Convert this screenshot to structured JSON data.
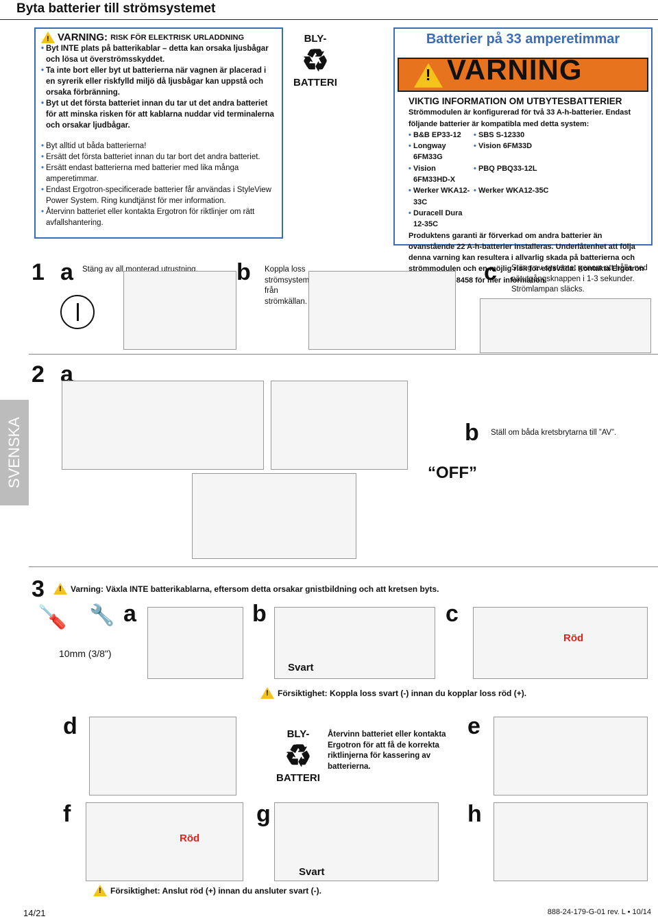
{
  "page": {
    "title": "Byta batterier till strömsystemet"
  },
  "warning_box": {
    "heading": "VARNING:",
    "heading_sub": "RISK FÖR ELEKTRISK URLADDNING",
    "bullets_bold": [
      "Byt INTE plats på batterikablar – detta kan orsaka ljusbågar och lösa ut överströmsskyddet.",
      "Ta inte bort eller byt ut batterierna när vagnen är placerad i en syrerik eller riskfylld miljö då ljusbågar kan uppstå och orsaka förbränning.",
      "Byt ut det första batteriet innan du tar ut det andra batteriet för att minska risken för att kablarna nuddar vid terminalerna och orsakar ljudbågar."
    ],
    "bullets": [
      "Byt alltid ut båda batterierna!",
      "Ersätt det första batteriet innan du tar bort det andra batteriet.",
      "Ersätt endast batterierna med batterier med lika många amperetimmar.",
      "Endast Ergotron-specificerade batterier får användas i StyleView Power System. Ring kundtjänst för mer information.",
      "Återvinn batteriet eller kontakta Ergotron för riktlinjer om rätt avfallshantering."
    ]
  },
  "recycle_top": {
    "line1": "BLY-",
    "line2": "BATTERI"
  },
  "battery_box": {
    "title": "Batterier på 33 amperetimmar",
    "banner": "VARNING",
    "subheading": "VIKTIG INFORMATION OM UTBYTESBATTERIER",
    "intro": "Strömmodulen är konfigurerad för två 33 A-h-batterier. Endast följande batterier är kompatibla med detta system:",
    "models": [
      "B&B EP33-12",
      "SBS S-12330",
      "Longway 6FM33G",
      "Vision 6FM33D",
      "Vision 6FM33HD-X",
      "PBQ PBQ33-12L",
      "Werker WKA12-33C",
      "Werker WKA12-35C",
      "Duracell Dura 12-35C",
      ""
    ],
    "footer": "Produktens garanti är förverkad om andra batterier än ovanstående 22 A-h-batterier installeras. Underlåtenhet att följa denna varning kan resultera i allvarlig skada på batterierna och strömmodulen och en möjlig risk för eldsvåda. Kontakta Ergotron på 1-800-888-8458 för mer information."
  },
  "step1": {
    "num": "1",
    "a": {
      "letter": "a",
      "text": "Stäng av all monterad utrustning."
    },
    "b": {
      "letter": "b",
      "text": "Koppla loss strömsystemet från strömkällan."
    },
    "c": {
      "letter": "c",
      "text": "Stäng av systemet genom att hålla ned nätutgångsknappen i 1-3 sekunder. Strömlampan släcks."
    }
  },
  "step2": {
    "num": "2",
    "a": {
      "letter": "a"
    },
    "b": {
      "letter": "b",
      "text": "Ställ om båda kretsbrytarna till ”AV”.",
      "off": "“OFF”"
    }
  },
  "side_tab": "SVENSKA",
  "step3": {
    "num": "3",
    "warning": "Varning: Växla INTE batterikablarna, eftersom detta orsakar gnistbildning och att kretsen byts.",
    "tool_label": "10mm (3/8\")",
    "a": "a",
    "b": "b",
    "c": "c",
    "d": "d",
    "e": "e",
    "f": "f",
    "g": "g",
    "h": "h",
    "svart": "Svart",
    "rod": "Röd",
    "caution1": "Försiktighet: Koppla loss svart (-) innan du kopplar loss röd (+).",
    "recycle_text": "Återvinn batteriet eller kontakta Ergotron för att få de korrekta riktlinjerna för kassering av batterierna.",
    "caution2": "Försiktighet: Anslut röd (+) innan du ansluter svart (-)."
  },
  "footer": {
    "page": "14/21",
    "doc": "888-24-179-G-01 rev. L • 10/14"
  },
  "colors": {
    "accent": "#3a6db5",
    "warning_orange": "#e8731f",
    "warning_yellow": "#f3c21b",
    "red": "#e2221b"
  }
}
